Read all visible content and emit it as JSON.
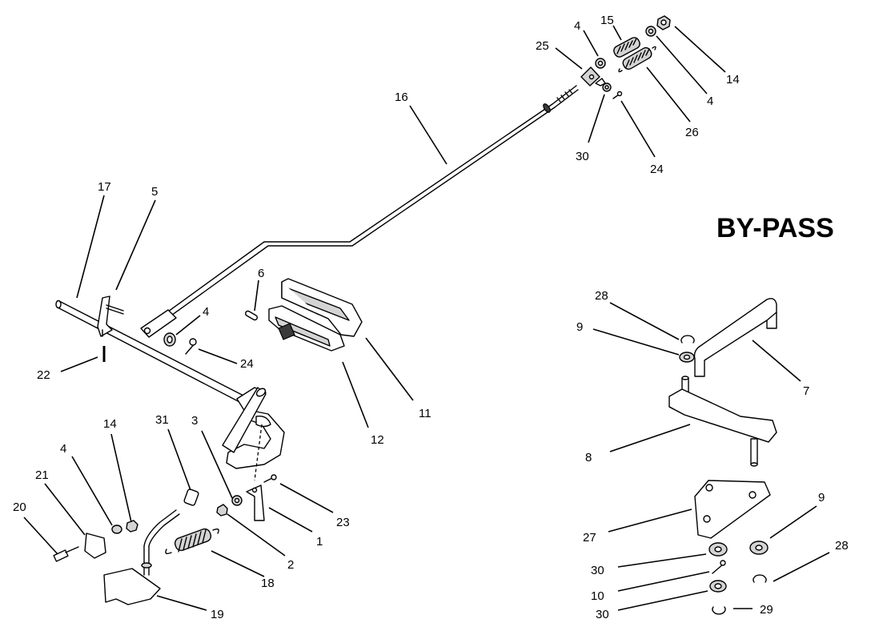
{
  "diagram": {
    "heading": "BY-PASS",
    "callouts": [
      {
        "id": "c-15",
        "text": "15"
      },
      {
        "id": "c-4a",
        "text": "4"
      },
      {
        "id": "c-25",
        "text": "25"
      },
      {
        "id": "c-14a",
        "text": "14"
      },
      {
        "id": "c-4b",
        "text": "4"
      },
      {
        "id": "c-26",
        "text": "26"
      },
      {
        "id": "c-16",
        "text": "16"
      },
      {
        "id": "c-30a",
        "text": "30"
      },
      {
        "id": "c-24a",
        "text": "24"
      },
      {
        "id": "c-17",
        "text": "17"
      },
      {
        "id": "c-5",
        "text": "5"
      },
      {
        "id": "c-6",
        "text": "6"
      },
      {
        "id": "c-4c",
        "text": "4"
      },
      {
        "id": "c-24b",
        "text": "24"
      },
      {
        "id": "c-22",
        "text": "22"
      },
      {
        "id": "c-11",
        "text": "11"
      },
      {
        "id": "c-12",
        "text": "12"
      },
      {
        "id": "c-28a",
        "text": "28"
      },
      {
        "id": "c-9a",
        "text": "9"
      },
      {
        "id": "c-7",
        "text": "7"
      },
      {
        "id": "c-8",
        "text": "8"
      },
      {
        "id": "c-14b",
        "text": "14"
      },
      {
        "id": "c-31",
        "text": "31"
      },
      {
        "id": "c-3",
        "text": "3"
      },
      {
        "id": "c-4d",
        "text": "4"
      },
      {
        "id": "c-21",
        "text": "21"
      },
      {
        "id": "c-20",
        "text": "20"
      },
      {
        "id": "c-23",
        "text": "23"
      },
      {
        "id": "c-1",
        "text": "1"
      },
      {
        "id": "c-2",
        "text": "2"
      },
      {
        "id": "c-18",
        "text": "18"
      },
      {
        "id": "c-19",
        "text": "19"
      },
      {
        "id": "c-27",
        "text": "27"
      },
      {
        "id": "c-9b",
        "text": "9"
      },
      {
        "id": "c-28b",
        "text": "28"
      },
      {
        "id": "c-30b",
        "text": "30"
      },
      {
        "id": "c-10",
        "text": "10"
      },
      {
        "id": "c-30c",
        "text": "30"
      },
      {
        "id": "c-29",
        "text": "29"
      }
    ]
  }
}
